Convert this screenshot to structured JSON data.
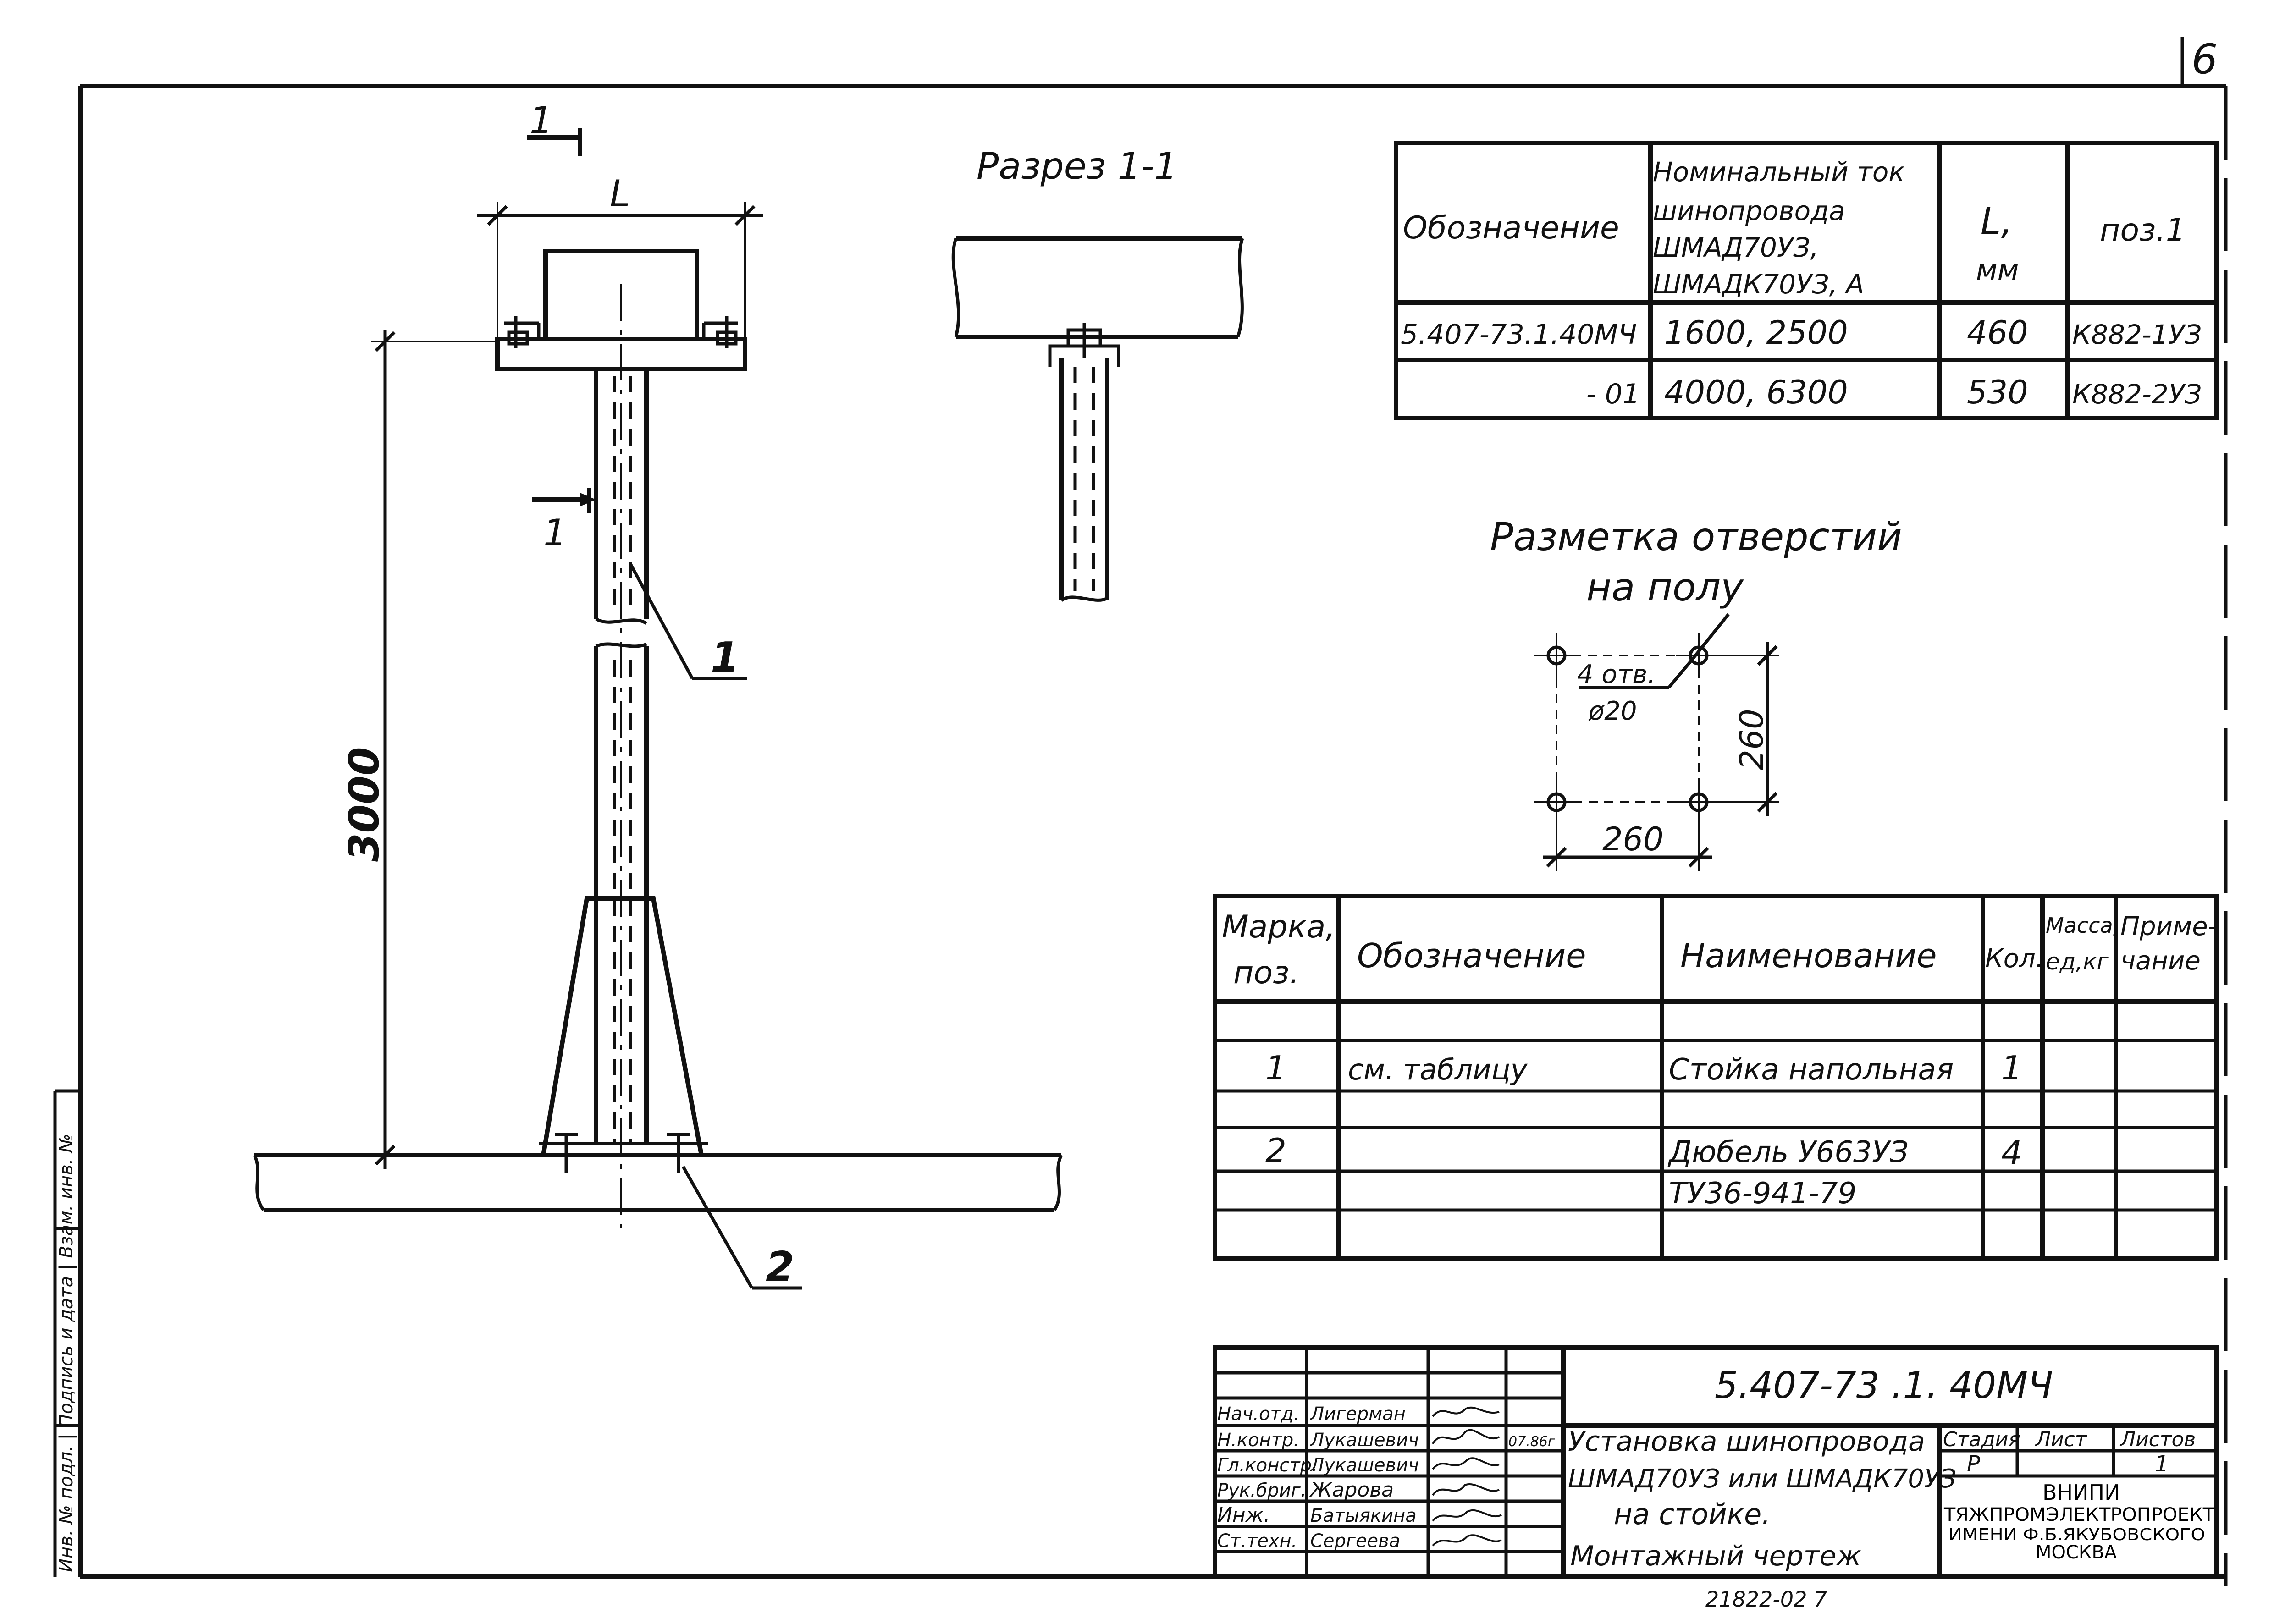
{
  "sheet_number": "6",
  "section_label": "Разрез 1-1",
  "cut_marker_top": "1",
  "cut_marker_mid": "1",
  "dim_L": "L",
  "dim_height": "3000",
  "callout_1": "1",
  "callout_2": "2",
  "holes_title_line1": "Разметка отверстий",
  "holes_title_line2": "на полу",
  "holes_note_line1": "4 отв.",
  "holes_note_line2": "ø20",
  "holes_dim_vertical": "260",
  "holes_dim_horizontal": "260",
  "top_table": {
    "headers": [
      "Обозначение",
      "Номинальный ток шинопровода ШМАД70УЗ, ШМАДК70УЗ, А",
      "L, мм",
      "поз.1"
    ],
    "header_col2_lines": [
      "Номинальный ток",
      "шинопровода",
      "ШМАД70УЗ,",
      "ШМАДК70УЗ, А"
    ],
    "header_col3_lines": [
      "L,",
      "мм"
    ],
    "rows": [
      [
        "5.407-73.1.40МЧ",
        "1600, 2500",
        "460",
        "К882-1УЗ"
      ],
      [
        "- 01",
        "4000, 6300",
        "530",
        "К882-2УЗ"
      ]
    ]
  },
  "spec_table": {
    "header_mark_lines": [
      "Марка,",
      "поз."
    ],
    "header_designation": "Обозначение",
    "header_name": "Наименование",
    "header_qty": "Кол.",
    "header_mass_lines": [
      "Масса,",
      "ед,кг"
    ],
    "header_note_lines": [
      "Приме-",
      "чание"
    ],
    "rows": [
      {
        "mark": "1",
        "designation": "см. таблицу",
        "name": "Стойка напольная",
        "qty": "1"
      },
      {
        "mark": "2",
        "designation": "",
        "name": "Дюбель У663УЗ",
        "qty": "4"
      },
      {
        "mark": "",
        "designation": "",
        "name": "ТУ36-941-79",
        "qty": ""
      }
    ]
  },
  "title_block": {
    "document_code": "5.407-73 .1. 40МЧ",
    "title_lines": [
      "Установка шинопровода",
      "ШМАД70УЗ или ШМАДК70УЗ",
      "на стойке.",
      "Монтажный чертеж"
    ],
    "stage_header": "Стадия",
    "sheet_header": "Лист",
    "sheets_header": "Листов",
    "stage_value": "Р",
    "sheets_value": "1",
    "organization_lines": [
      "ВНИПИ",
      "ТЯЖПРОМЭЛЕКТРОПРОЕКТ",
      "ИМЕНИ Ф.Б.ЯКУБОВСКОГО",
      "МОСКВА"
    ],
    "signatures": [
      {
        "role": "Нач.отд.",
        "name": "Лигерман",
        "date": ""
      },
      {
        "role": "Н.контр.",
        "name": "Лукашевич",
        "date": "07.86г"
      },
      {
        "role": "Гл.констр.",
        "name": "Лукашевич",
        "date": ""
      },
      {
        "role": "Рук.бриг.",
        "name": "Жарова",
        "date": ""
      },
      {
        "role": "Инж.",
        "name": "Батыякина",
        "date": ""
      },
      {
        "role": "Ст.техн.",
        "name": "Сергеева",
        "date": ""
      }
    ],
    "bottom_number": "21822-02 7"
  },
  "side_stamp": "Инв. № подл. | Подпись и дата | Взам. инв. №"
}
